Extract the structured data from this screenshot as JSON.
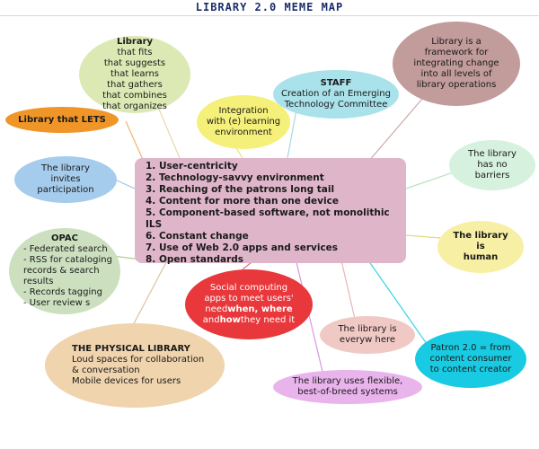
{
  "title": "LIBRARY 2.0 MEME MAP",
  "center": {
    "items": [
      "1. User-centricity",
      "2. Technology-savvy environment",
      "3. Reaching of the patrons long tail",
      "4. Content for more than one device",
      "5. Component-based software, not monolithic ILS",
      "6. Constant change",
      "7. Use of Web 2.0 apps and services",
      "8. Open standards"
    ],
    "color": "#dfb6c9"
  },
  "nodes": {
    "library_fits": {
      "title": "Library",
      "lines": [
        "that fits",
        "that suggests",
        "that learns",
        "that gathers",
        "that combines",
        "that organizes"
      ],
      "color": "#dde9b5"
    },
    "lets": {
      "text": "Library that LETS",
      "color": "#f09628"
    },
    "integration": {
      "lines": [
        "Integration",
        "with (e) learning",
        "environment"
      ],
      "color": "#f5f07a"
    },
    "staff": {
      "title": "STAFF",
      "lines": [
        "Creation of an Emerging",
        "Technology Committee"
      ],
      "color": "#a9e2ea"
    },
    "framework": {
      "lines": [
        "Library is a",
        "framework for",
        "integrating change",
        "into all levels of",
        "library operations"
      ],
      "color": "#c29b9b"
    },
    "barriers": {
      "lines": [
        "The library",
        "has no",
        "barriers"
      ],
      "color": "#d6f1dd"
    },
    "participation": {
      "lines": [
        "The library",
        "invites",
        "participation"
      ],
      "color": "#a5ccec"
    },
    "opac": {
      "title": "OPAC",
      "lines": [
        "- Federated search",
        "- RSS for cataloging",
        "records & search",
        "results",
        "- Records tagging",
        "- User review s"
      ],
      "color": "#cce0c0"
    },
    "human": {
      "lines": [
        "The library",
        "is",
        "human"
      ],
      "color": "#f7efa4"
    },
    "social": {
      "line1": "Social computing",
      "line2": "apps to meet users'",
      "need_pre": "need",
      "when": "when, where",
      "and_pre": "and",
      "how": "how",
      "tail": "they need it",
      "color": "#e8383c"
    },
    "physical": {
      "title": "THE PHYSICAL LIBRARY",
      "lines": [
        "Loud spaces for collaboration",
        "& conversation",
        "Mobile devices for users"
      ],
      "color": "#efd4ad"
    },
    "everywhere": {
      "lines": [
        "The library is",
        "everyw here"
      ],
      "color": "#f0c9c5"
    },
    "patron": {
      "lines": [
        "Patron 2.0 = from",
        "content consumer",
        "to content creator"
      ],
      "color": "#19cbe2"
    },
    "flexible": {
      "lines": [
        "The library uses flexible,",
        "best-of-breed systems"
      ],
      "color": "#e9b3ec"
    }
  }
}
